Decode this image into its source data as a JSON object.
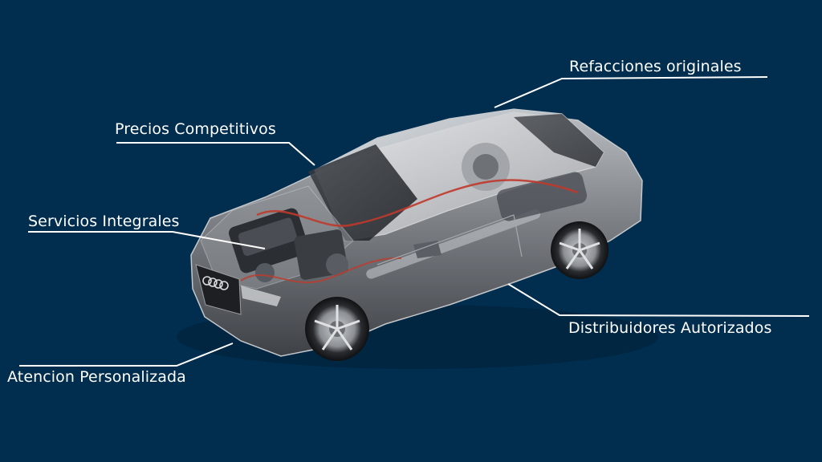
{
  "colors": {
    "background": "#012d4e",
    "text": "#ffffff",
    "leader_line": "#ffffff",
    "car_body": "#6d7074",
    "wiring": "#c0392b"
  },
  "labels": {
    "refacciones": "Refacciones originales",
    "precios": "Precios Competitivos",
    "servicios": "Servicios Integrales",
    "distribuidores": "Distribuidores Autorizados",
    "atencion": "Atencion Personalizada"
  }
}
